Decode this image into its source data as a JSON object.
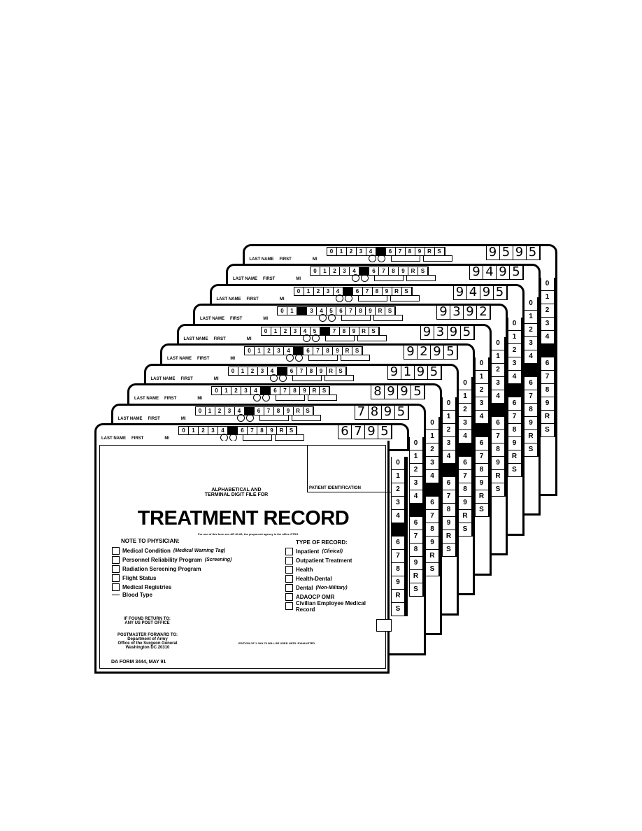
{
  "form": {
    "top_heading_line1": "ALPHABETICAL AND",
    "top_heading_line2": "TERMINAL DIGIT FILE FOR",
    "title": "TREATMENT RECORD",
    "proponent_note": "For use of this form see AR 40-66; the proponent agency is the office OTSG",
    "patient_id_label": "PATIENT IDENTIFICATION",
    "note_heading": "NOTE TO PHYSICIAN:",
    "physician_items": [
      {
        "label": "Medical Condition",
        "note": "(Medical Warning Tag)"
      },
      {
        "label": "Personnel Reliability Program",
        "note": "(Screening)"
      },
      {
        "label": "Radiation Screening Program",
        "note": ""
      },
      {
        "label": "Flight Status",
        "note": ""
      },
      {
        "label": "Medical Registries",
        "note": ""
      }
    ],
    "blood_type": "Blood Type",
    "record_heading": "TYPE OF RECORD:",
    "record_items": [
      {
        "label": "Inpatient",
        "note": "(Clinical)"
      },
      {
        "label": "Outpatient Treatment",
        "note": ""
      },
      {
        "label": "Health",
        "note": ""
      },
      {
        "label": "Health-Dental",
        "note": ""
      },
      {
        "label": "Dental",
        "note": "(Non-Military)"
      },
      {
        "label": "ADAOCP OMR",
        "note": ""
      },
      {
        "label": "Civilian Employee Medical Record",
        "note": ""
      }
    ],
    "return_line1": "IF FOUND RETURN TO:",
    "return_line2": "ANY US POST OFFICE",
    "postmaster_line1": "POSTMASTER FORWARD TO:",
    "postmaster_line2": "Department of Army",
    "postmaster_line3": "Office of the Surgeon General",
    "postmaster_line4": "Washington DC 20310",
    "edition_note": "EDITION OF 1 JAN 79 WILL BE USED UNTIL EXHAUSTED",
    "form_number": "DA FORM 3444, MAY 91"
  },
  "labels": {
    "last_name": "LAST NAME",
    "first": "FIRST",
    "mi": "MI"
  },
  "strip_cells": [
    "0",
    "1",
    "2",
    "3",
    "4",
    "5",
    "6",
    "7",
    "8",
    "9",
    "R",
    "S"
  ],
  "side_cells": [
    "0",
    "1",
    "2",
    "3",
    "4",
    "5",
    "6",
    "7",
    "8",
    "9",
    "R",
    "S"
  ],
  "folders": [
    {
      "number": "9595",
      "black": "5"
    },
    {
      "number": "9495",
      "black": "5"
    },
    {
      "number": "9495",
      "black": "5"
    },
    {
      "number": "9392",
      "black": "2"
    },
    {
      "number": "9395",
      "black": "6"
    },
    {
      "number": "9295",
      "black": "5"
    },
    {
      "number": "9195",
      "black": "5"
    },
    {
      "number": "8995",
      "black": "5"
    },
    {
      "number": "7895",
      "black": "5"
    },
    {
      "number": "6795",
      "black": "5"
    }
  ]
}
